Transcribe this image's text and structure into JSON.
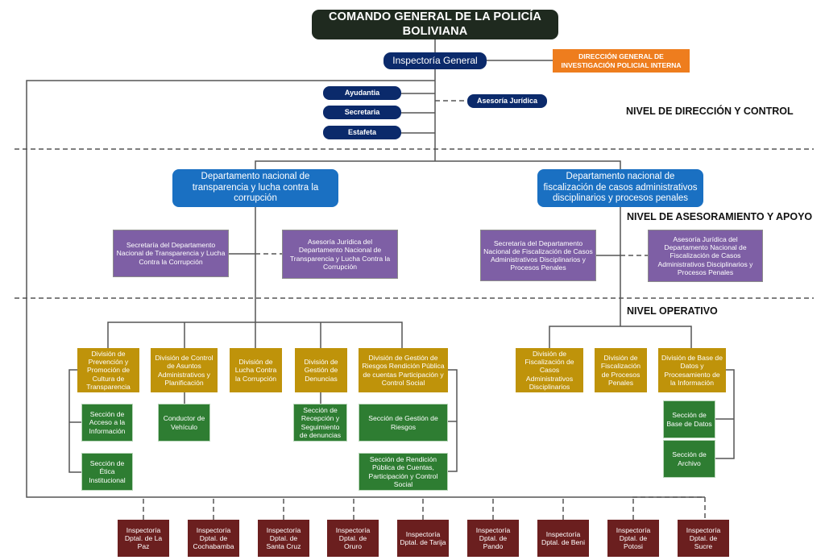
{
  "top": {
    "title": "COMANDO GENERAL DE LA POLICÍA BOLIVIANA"
  },
  "inspectoria_general": "Inspectoría General",
  "direccion_general": "DIRECCIÓN GENERAL DE INVESTIGACIÓN POLICIAL INTERNA",
  "staff": [
    "Ayudantia",
    "Secretaria",
    "Estafeta"
  ],
  "asesoria_juridica": "Asesoría Jurídica",
  "levels": {
    "direccion": "NIVEL DE DIRECCIÓN Y CONTROL",
    "asesoramiento": "NIVEL DE ASESORAMIENTO Y APOYO",
    "operativo": "NIVEL OPERATIVO"
  },
  "departments": [
    {
      "title": "Departamento nacional de transparencia y lucha contra la corrupción",
      "secretaria": "Secretaría del Departamento Nacional de Transparencia y Lucha Contra la Corrupción",
      "asesoria": "Asesoría Jurídica del Departamento Nacional de Transparencia y Lucha Contra la Corrupción",
      "divisions": [
        {
          "name": "División de Prevención y Promoción de Cultura de Transparencia",
          "sections": [
            "Sección de Acceso a la Información",
            "Sección de Ética Institucional"
          ]
        },
        {
          "name": "División de Control de Asuntos Administrativos y Planificación",
          "sections": [
            "Conductor de Vehículo"
          ]
        },
        {
          "name": "División de Lucha Contra la Corrupción",
          "sections": []
        },
        {
          "name": "División de Gestión de Denuncias",
          "sections": [
            "Sección de Recepción y Seguimiento de denuncias"
          ]
        },
        {
          "name": "División de Gestión de Riesgos Rendición Pública de cuentas Participación y Control Social",
          "sections": [
            "Sección de Gestión de Riesgos",
            "Sección de Rendición Pública de Cuentas, Participación y Control Social"
          ]
        }
      ]
    },
    {
      "title": "Departamento nacional de fiscalización de casos administrativos disciplinarios y procesos penales",
      "secretaria": "Secretaría del Departamento Nacional de Fiscalización de Casos Administrativos Disciplinarios y Procesos Penales",
      "asesoria": "Asesoría Jurídica del Departamento Nacional de Fiscalización de Casos Administrativos Disciplinarios y Procesos Penales",
      "divisions": [
        {
          "name": "División de Fiscalización de Casos Administrativos Disciplinarios",
          "sections": []
        },
        {
          "name": "División de Fiscalización de Procesos Penales",
          "sections": []
        },
        {
          "name": "División de Base de Datos y Procesamiento de la Información",
          "sections": [
            "Sección de Base de Datos",
            "Sección de Archivo"
          ]
        }
      ]
    }
  ],
  "departmental": [
    "Inspectoría Dptal. de La Paz",
    "Inspectoría Dptal. de Cochabamba",
    "Inspectoría Dptal. de Santa Cruz",
    "Inspectoría Dptal. de Oruro",
    "Inspectoría Dptal. de Tarija",
    "Inspectoría Dptal. de Pando",
    "Inspectoría Dptal. de Beni",
    "Inspectoría Dptal. de Potosi",
    "Inspectoría Dptal. de Sucre"
  ],
  "colors": {
    "top": "#1f2a1f",
    "navy": "#0b2a6b",
    "orange": "#ee7d1e",
    "blue": "#1a70c2",
    "purple": "#7e5fa5",
    "gold": "#bf930a",
    "green": "#2e7d32",
    "maroon": "#6b1f1f"
  }
}
